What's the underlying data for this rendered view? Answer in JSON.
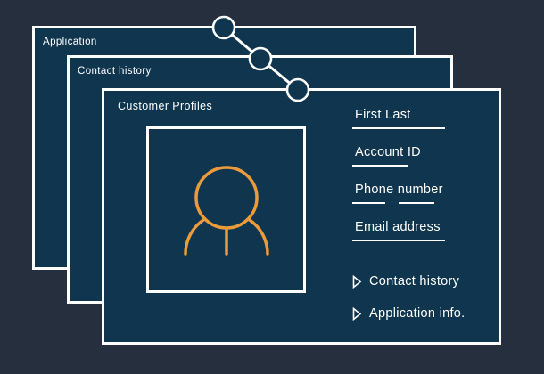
{
  "diagram": {
    "layers": [
      {
        "id": "application",
        "label": "Application"
      },
      {
        "id": "contact-history",
        "label": "Contact history"
      },
      {
        "id": "customer-profiles",
        "label": "Customer Profiles"
      }
    ],
    "profile_card": {
      "fields": [
        {
          "label": "First Last"
        },
        {
          "label": "Account ID"
        },
        {
          "label": "Phone number"
        },
        {
          "label": "Email address"
        }
      ],
      "expanders": [
        {
          "label": "Contact history"
        },
        {
          "label": "Application info."
        }
      ],
      "icons": {
        "avatar": "user-icon",
        "expander": "expand-triangle-icon",
        "connector": "chain-node-icon"
      }
    },
    "colors": {
      "background": "#262F3E",
      "panel_fill": "#0F354F",
      "stroke": "#FFFFFF",
      "person_orange": "#EC9B3B"
    }
  }
}
